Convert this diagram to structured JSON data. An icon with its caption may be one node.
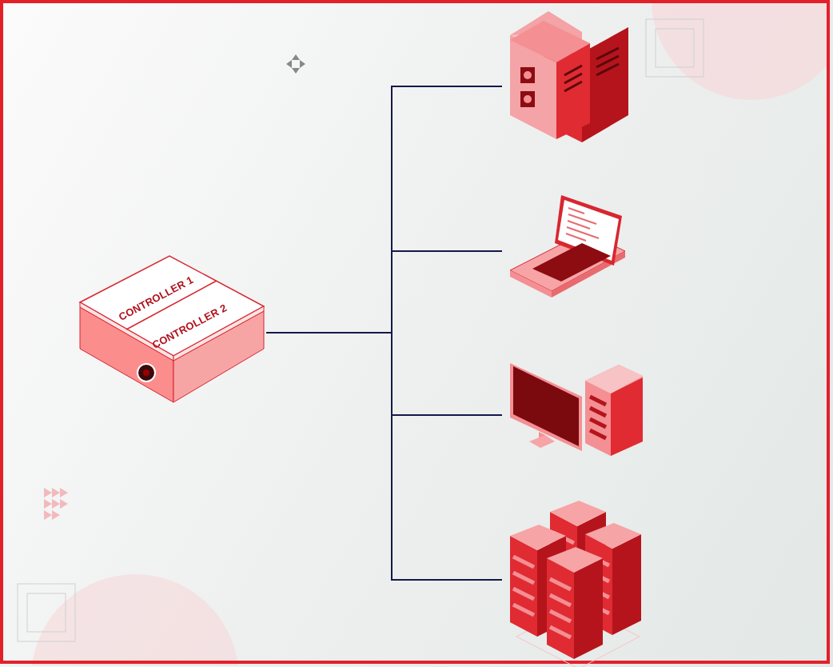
{
  "diagram": {
    "nodes": [
      {
        "text": [
          "CONTROLLER 1",
          "CONTROLLER 2"
        ]
      },
      {
        "text": [],
        "shape": "picture"
      },
      {
        "text": [],
        "shape": "picture"
      },
      {
        "text": [],
        "shape": "picture"
      },
      {
        "text": [],
        "shape": "picture"
      }
    ],
    "edges": [
      {
        "from": 0,
        "to": 1,
        "arrow": "none"
      },
      {
        "from": 0,
        "to": 2,
        "arrow": "none"
      },
      {
        "from": 0,
        "to": 3,
        "arrow": "none"
      },
      {
        "from": 0,
        "to": 4,
        "arrow": "none"
      }
    ]
  }
}
